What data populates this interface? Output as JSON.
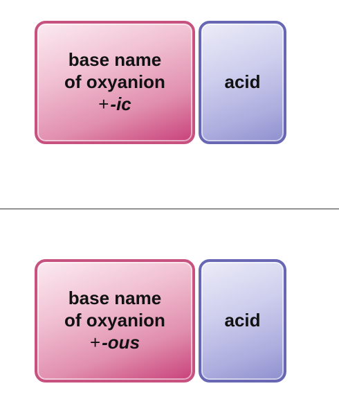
{
  "top_row": {
    "base_box": {
      "line1": "base name",
      "line2": "of oxyanion",
      "plus": "+",
      "suffix": "-ic"
    },
    "acid_box": {
      "label": "acid"
    }
  },
  "bottom_row": {
    "base_box": {
      "line1": "base name",
      "line2": "of oxyanion",
      "plus": "+",
      "suffix": "-ous"
    },
    "acid_box": {
      "label": "acid"
    }
  },
  "colors": {
    "base_box_border": "#c8527f",
    "acid_box_border": "#6767b4",
    "divider": "#333333"
  }
}
